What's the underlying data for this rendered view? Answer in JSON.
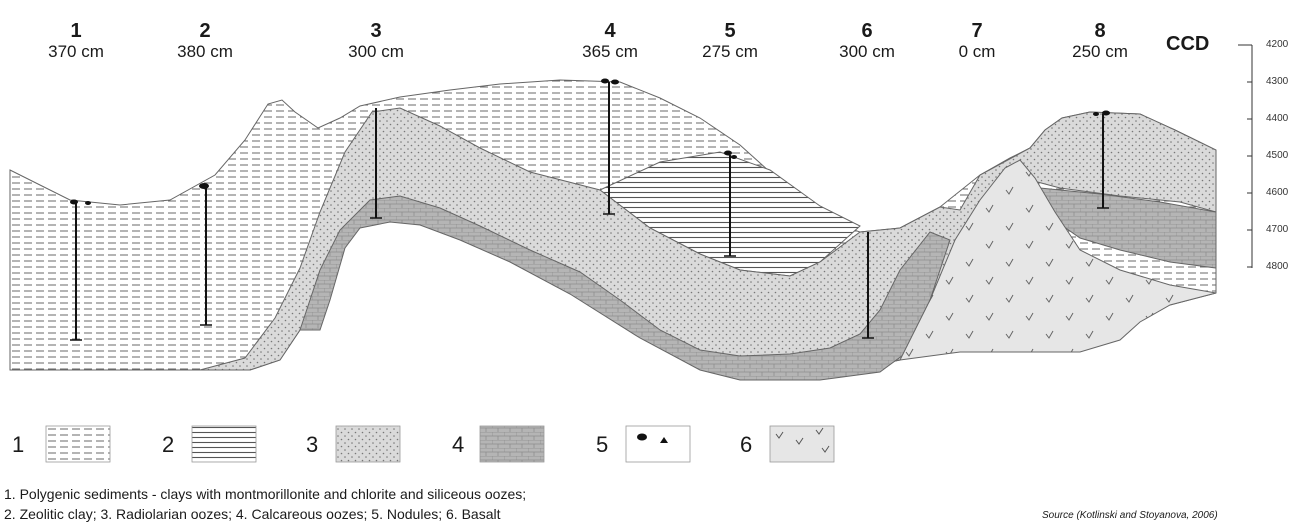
{
  "cores": [
    {
      "num": "1",
      "depth": "370 cm"
    },
    {
      "num": "2",
      "depth": "380 cm"
    },
    {
      "num": "3",
      "depth": "300 cm"
    },
    {
      "num": "4",
      "depth": "365 cm"
    },
    {
      "num": "5",
      "depth": "275 cm"
    },
    {
      "num": "6",
      "depth": "300 cm"
    },
    {
      "num": "7",
      "depth": "0 cm"
    },
    {
      "num": "8",
      "depth": "250 cm"
    }
  ],
  "ccd": {
    "label": "CCD",
    "ticks": [
      "4200",
      "4300",
      "4400",
      "4500",
      "4600",
      "4700",
      "4800"
    ]
  },
  "legend": [
    {
      "num": "1",
      "name": "polygenic-sediments"
    },
    {
      "num": "2",
      "name": "zeolitic-clay"
    },
    {
      "num": "3",
      "name": "radiolarian-oozes"
    },
    {
      "num": "4",
      "name": "calcareous-oozes"
    },
    {
      "num": "5",
      "name": "nodules"
    },
    {
      "num": "6",
      "name": "basalt"
    }
  ],
  "caption": {
    "line1": "1. Polygenic sediments - clays with montmorillonite and chlorite and siliceous oozes;",
    "line2": "2. Zeolitic clay; 3. Radiolarian oozes; 4. Calcareous oozes; 5. Nodules; 6. Basalt"
  },
  "source": "Source (Kotlinski and Stoyanova, 2006)",
  "colors": {
    "sediment_fill": "#ffffff",
    "radiolarian_fill": "#dcdcdc",
    "calcareous_fill": "#b9b9b9",
    "basalt_fill": "#e6e6e6",
    "line": "#555555"
  }
}
